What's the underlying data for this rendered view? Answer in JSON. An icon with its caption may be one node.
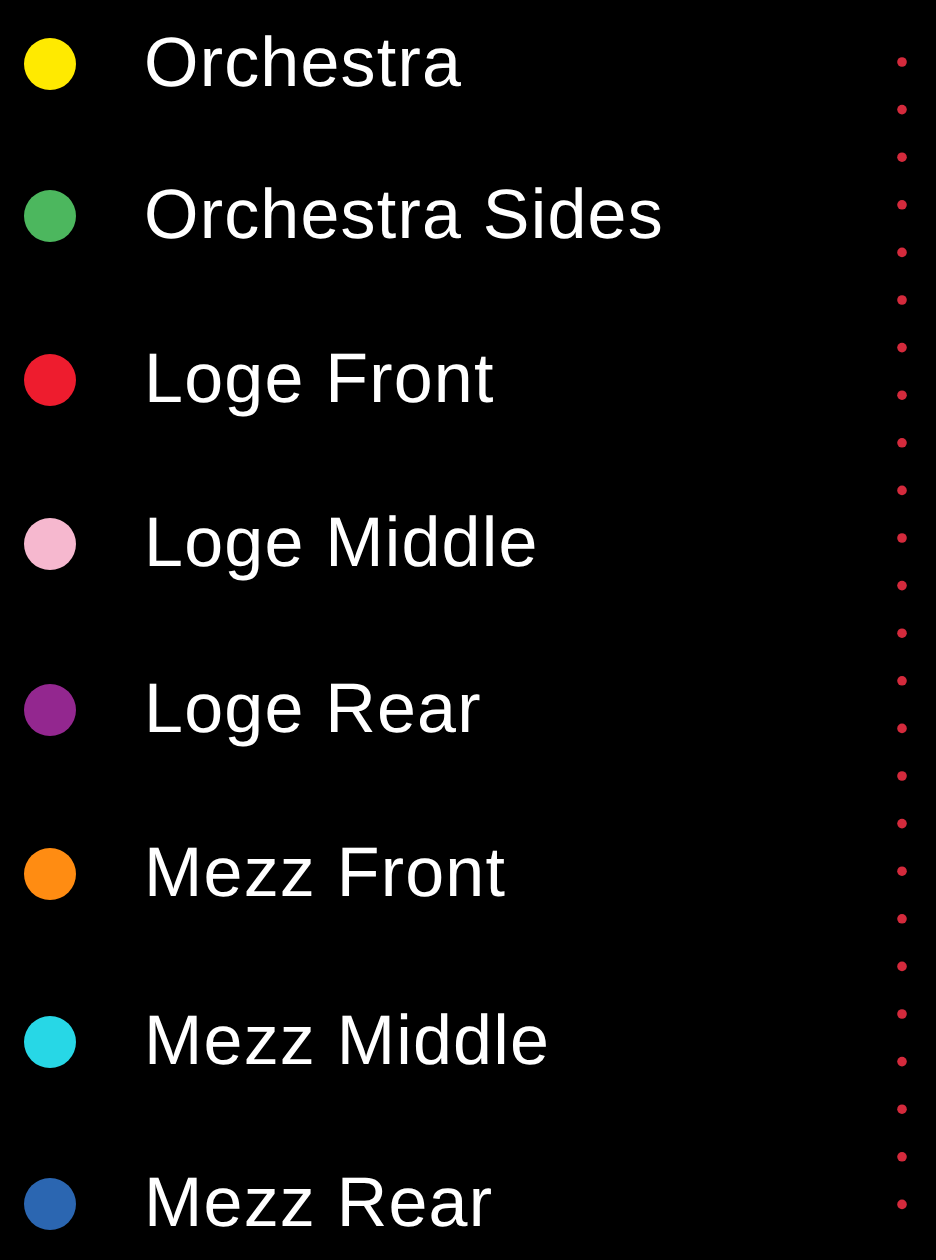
{
  "diagram": {
    "legend": [
      {
        "text": "Orchestra",
        "color": "#ffea00"
      },
      {
        "text": "Orchestra Sides",
        "color": "#4cb75e"
      },
      {
        "text": "Loge Front",
        "color": "#ee1c2e"
      },
      {
        "text": "Loge Middle",
        "color": "#f6b8cf"
      },
      {
        "text": "Loge Rear",
        "color": "#93278f"
      },
      {
        "text": "Mezz Front",
        "color": "#ff8c12"
      },
      {
        "text": "Mezz Middle",
        "color": "#27d7e6"
      },
      {
        "text": "Mezz Rear",
        "color": "#2b66b1"
      }
    ]
  }
}
